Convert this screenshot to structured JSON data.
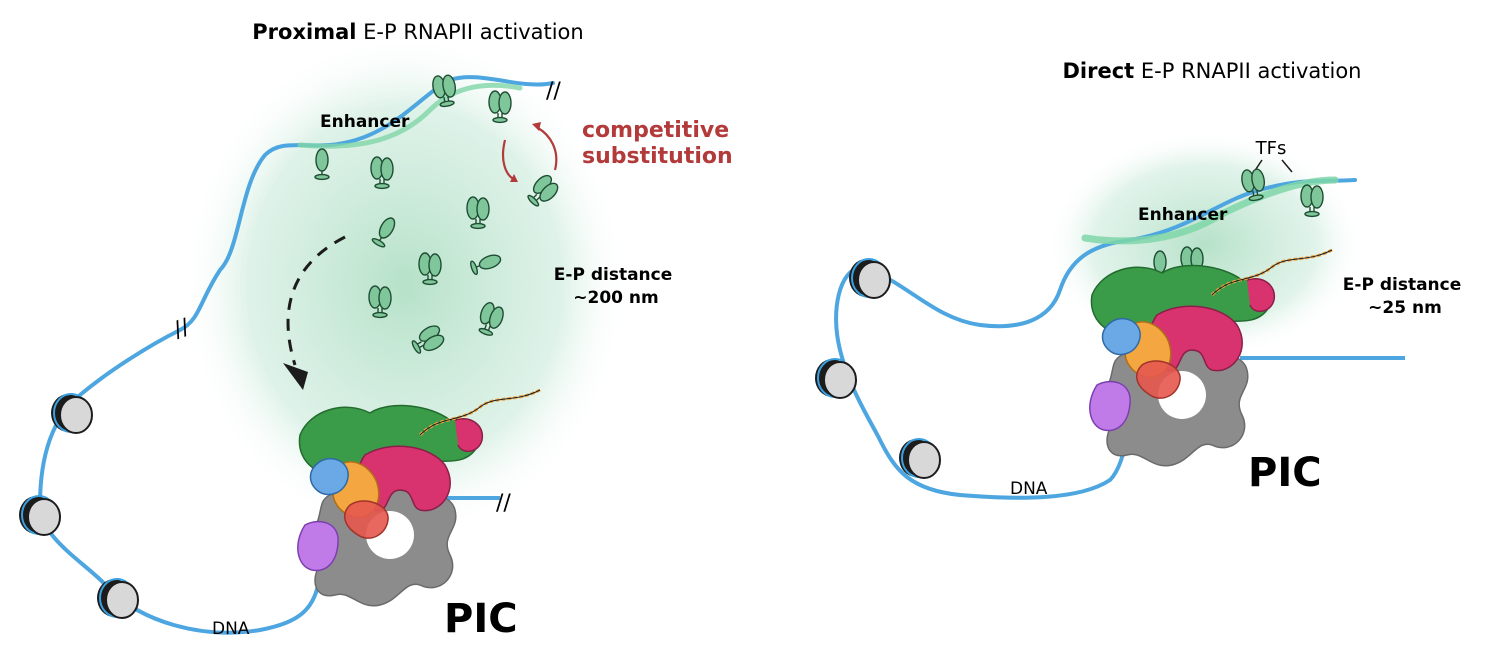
{
  "left_panel": {
    "title_bold": "Proximal",
    "title_rest": " E-P RNAPII activation",
    "enhancer_label": "Enhancer",
    "competitive_line1": "competitive",
    "competitive_line2": "substitution",
    "distance_line1": "E-P distance",
    "distance_line2": "~200 nm",
    "pic_label": "PIC",
    "dna_label": "DNA",
    "break_mark": "//"
  },
  "right_panel": {
    "title_bold": "Direct",
    "title_rest": " E-P RNAPII activation",
    "tfs_label": "TFs",
    "enhancer_label": "Enhancer",
    "distance_line1": "E-P distance",
    "distance_line2": "~25 nm",
    "pic_label": "PIC",
    "dna_label": "DNA"
  },
  "colors": {
    "dna": "#4da6e0",
    "tf_fill": "#7fc79a",
    "cloud": "#b9e3cb",
    "competitive": "#b23a3a",
    "mediator": "#3a9b48",
    "rnapii": "#d8336f",
    "tfiib": "#f4a640",
    "tfiid_blue": "#6aa9e6",
    "red_factor": "#e5584f",
    "purple": "#c07be8",
    "gray": "#8c8c8c"
  }
}
